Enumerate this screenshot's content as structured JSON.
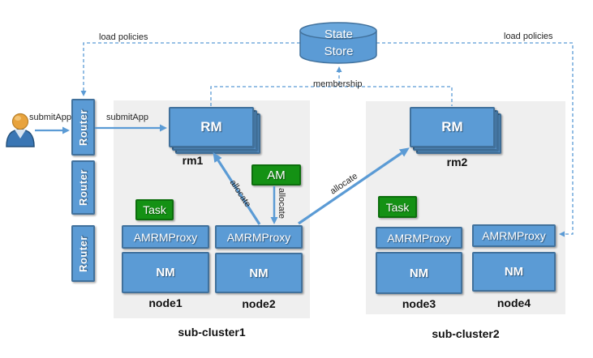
{
  "colors": {
    "box_blue": "#5b9bd5",
    "box_blue_border": "#41719c",
    "green": "#149114",
    "green_border": "#0c6e0c",
    "cluster_bg": "#efefef",
    "line_blue": "#5b9bd5",
    "text_dark": "#262626"
  },
  "state_store": {
    "line1": "State",
    "line2": "Store"
  },
  "routers": [
    "Router",
    "Router",
    "Router"
  ],
  "rms": [
    {
      "box": "RM",
      "name": "rm1"
    },
    {
      "box": "RM",
      "name": "rm2"
    }
  ],
  "am": "AM",
  "clusters": [
    {
      "name": "sub-cluster1",
      "nodes": [
        {
          "name": "node1",
          "task": "Task",
          "proxy": "AMRMProxy",
          "nm": "NM"
        },
        {
          "name": "node2",
          "proxy": "AMRMProxy",
          "nm": "NM"
        }
      ]
    },
    {
      "name": "sub-cluster2",
      "nodes": [
        {
          "name": "node3",
          "task": "Task",
          "proxy": "AMRMProxy",
          "nm": "NM"
        },
        {
          "name": "node4",
          "proxy": "AMRMProxy",
          "nm": "NM"
        }
      ]
    }
  ],
  "edge_labels": {
    "load_policies_left": "load policies",
    "load_policies_right": "load policies",
    "membership": "membership",
    "submit_app_user": "submitApp",
    "submit_app_router": "submitApp",
    "allocate_to_rm1": "allocate",
    "allocate_from_am": "allocate",
    "allocate_to_rm2": "allocate"
  }
}
